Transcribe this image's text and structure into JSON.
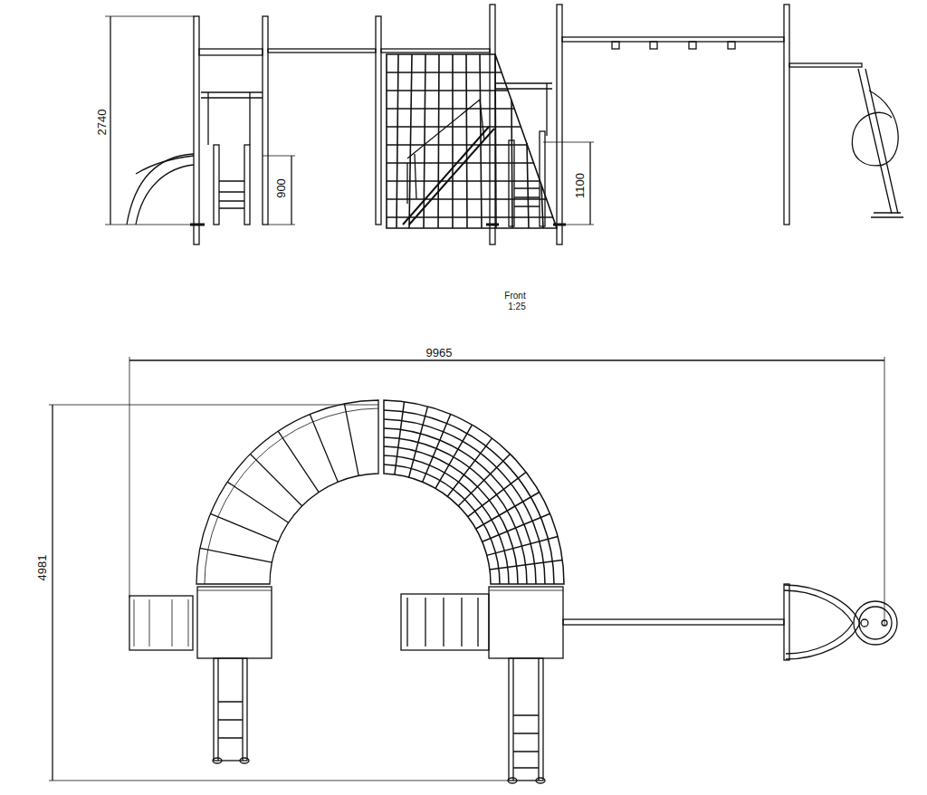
{
  "diagram": {
    "labels": [
      "2740",
      "900",
      "1100",
      "Front",
      "1:25",
      "9965",
      "4981"
    ]
  }
}
